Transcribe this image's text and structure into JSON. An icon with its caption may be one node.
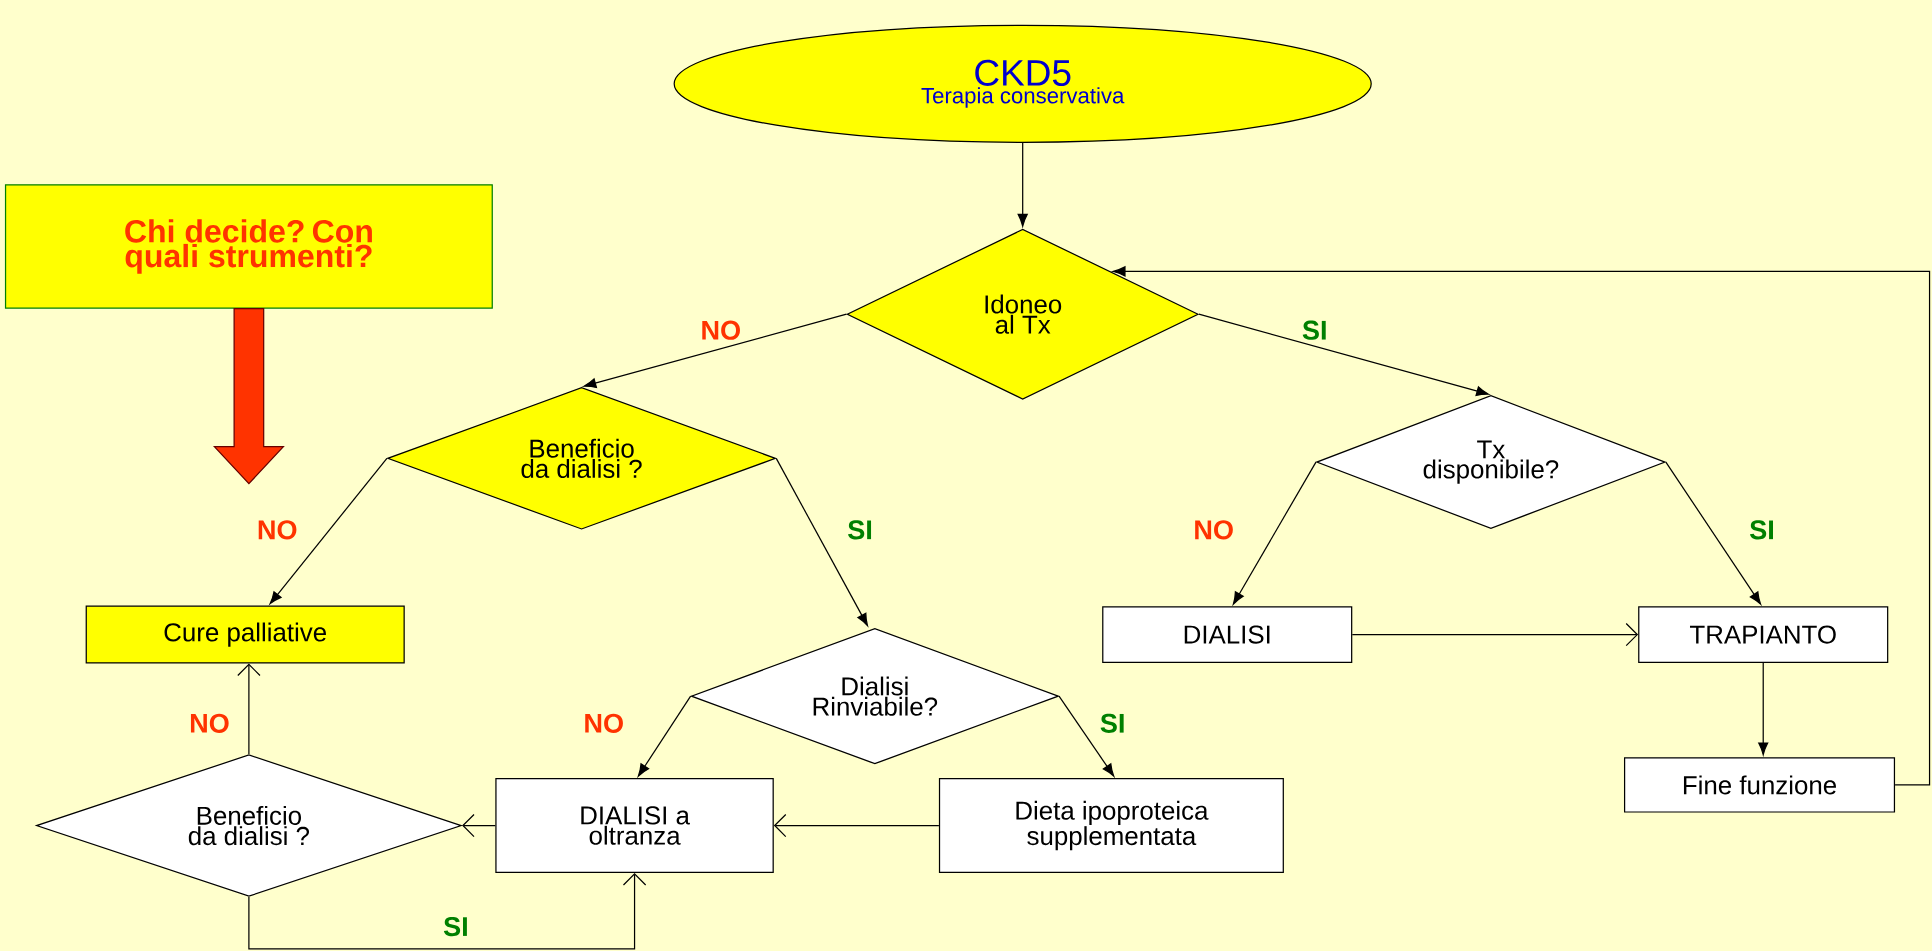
{
  "diagram": {
    "nodes": [
      {
        "text": [
          "CKD5",
          "Terapia conservativa"
        ]
      },
      {
        "text": [
          "Chi decide? Con quali strumenti?"
        ]
      },
      {
        "text": [
          "Idoneo al Tx"
        ]
      },
      {
        "text": [
          "Beneficio da dialisi ?"
        ]
      },
      {
        "text": [
          "Tx disponibile?"
        ]
      },
      {
        "text": [
          "Cure palliative"
        ]
      },
      {
        "text": [
          "Dialisi Rinviabile?"
        ]
      },
      {
        "text": [
          "DIALISI"
        ]
      },
      {
        "text": [
          "TRAPIANTO"
        ]
      },
      {
        "text": [
          "Fine funzione"
        ]
      },
      {
        "text": [
          "Beneficio da dialisi ?"
        ]
      },
      {
        "text": [
          "DIALISI a oltranza"
        ]
      },
      {
        "text": [
          "Dieta ipoproteica supplementata"
        ]
      }
    ],
    "edges": [
      {
        "from": 0,
        "to": 2,
        "arrow": "to"
      },
      {
        "from": 2,
        "to": 3,
        "arrow": "to",
        "label": "NO"
      },
      {
        "from": 2,
        "to": 4,
        "arrow": "to",
        "label": "SI"
      },
      {
        "from": 3,
        "to": 5,
        "arrow": "to",
        "label": "NO"
      },
      {
        "from": 3,
        "to": 6,
        "arrow": "to",
        "label": "SI"
      },
      {
        "from": 4,
        "to": 7,
        "arrow": "to",
        "label": "NO"
      },
      {
        "from": 4,
        "to": 8,
        "arrow": "to",
        "label": "SI"
      },
      {
        "from": 7,
        "to": 8,
        "arrow": "to"
      },
      {
        "from": 8,
        "to": 9,
        "arrow": "to"
      },
      {
        "from": 9,
        "to": 2,
        "arrow": "to"
      },
      {
        "from": 6,
        "to": 11,
        "arrow": "to",
        "label": "NO"
      },
      {
        "from": 6,
        "to": 12,
        "arrow": "to",
        "label": "SI"
      },
      {
        "from": 12,
        "to": 11,
        "arrow": "to"
      },
      {
        "from": 11,
        "to": 10,
        "arrow": "to"
      },
      {
        "from": 10,
        "to": 5,
        "arrow": "to",
        "label": "NO"
      },
      {
        "from": 10,
        "to": 11,
        "arrow": "to",
        "label": "SI"
      },
      {
        "from": 1,
        "to": null,
        "arrow": "to",
        "style": "thick",
        "color": "#ff3300"
      }
    ]
  }
}
